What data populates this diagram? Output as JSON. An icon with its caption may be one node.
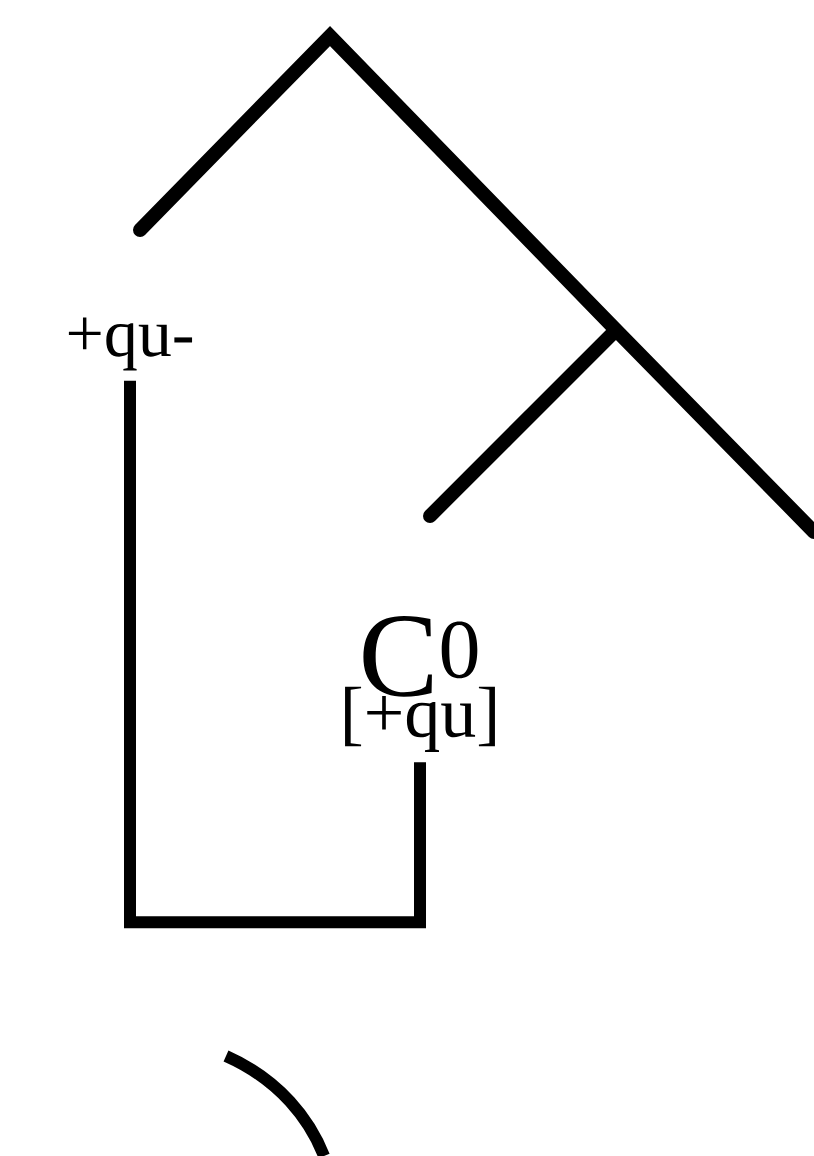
{
  "diagram": {
    "nodes": [
      {
        "text": [
          "+qu-"
        ]
      },
      {
        "text": [
          "C$^{0}$",
          "[+qu]"
        ]
      }
    ],
    "edges": [
      {
        "from": 1,
        "to": 0,
        "arrow": "none"
      }
    ]
  }
}
